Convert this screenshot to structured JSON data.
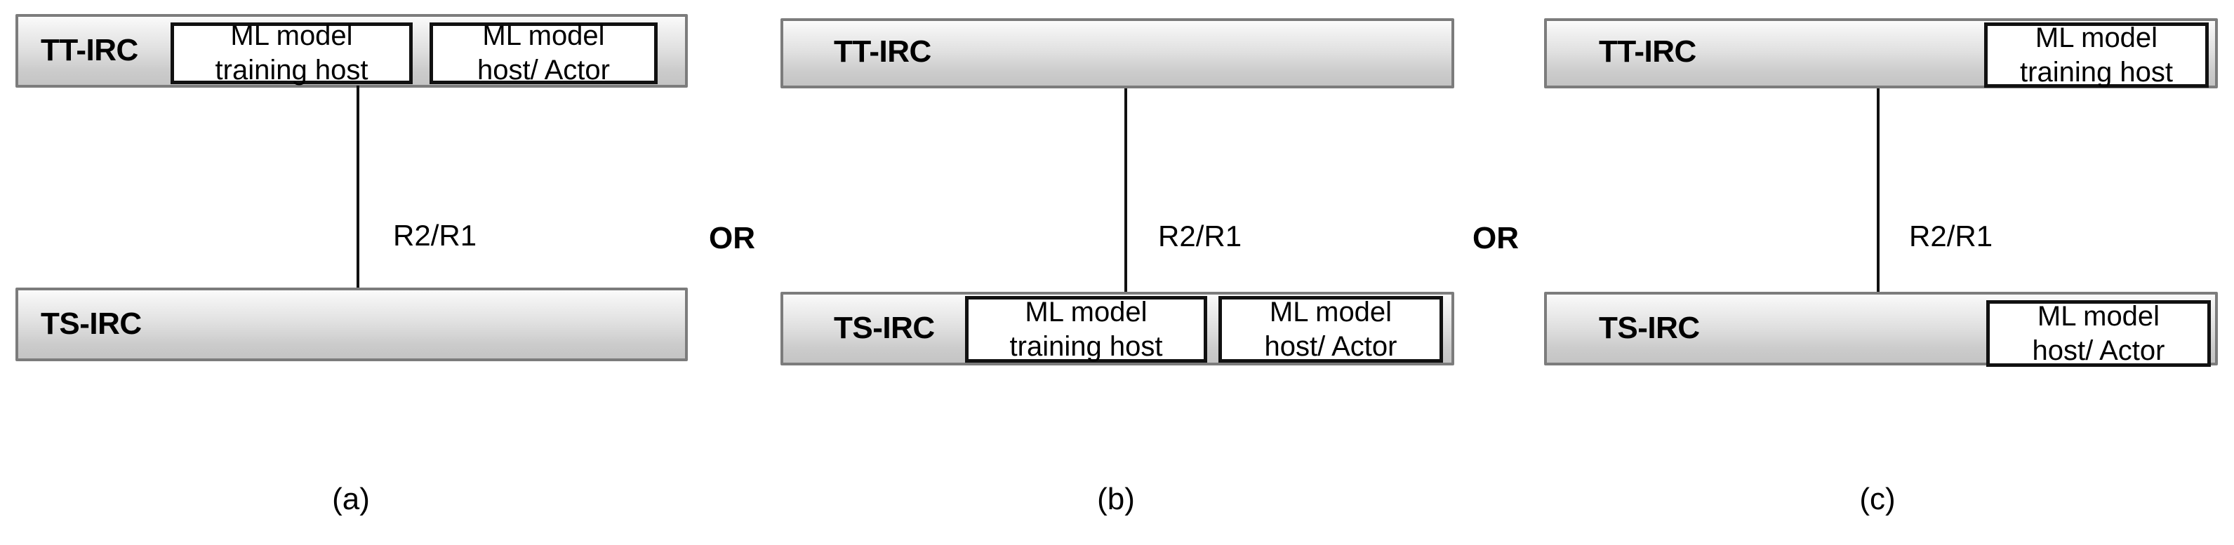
{
  "figure": {
    "or_separators": [
      "OR",
      "OR"
    ],
    "panels": [
      {
        "id": "a",
        "caption": "(a)",
        "link_label": "R2/R1",
        "top_node": {
          "label": "TT-IRC",
          "hosts": [
            "ML model\ntraining host",
            "ML model\nhost/ Actor"
          ]
        },
        "bottom_node": {
          "label": "TS-IRC",
          "hosts": []
        }
      },
      {
        "id": "b",
        "caption": "(b)",
        "link_label": "R2/R1",
        "top_node": {
          "label": "TT-IRC",
          "hosts": []
        },
        "bottom_node": {
          "label": "TS-IRC",
          "hosts": [
            "ML model\ntraining host",
            "ML model\nhost/ Actor"
          ]
        }
      },
      {
        "id": "c",
        "caption": "(c)",
        "link_label": "R2/R1",
        "top_node": {
          "label": "TT-IRC",
          "hosts": [
            "ML model\ntraining host"
          ]
        },
        "bottom_node": {
          "label": "TS-IRC",
          "hosts": [
            "ML model\nhost/ Actor"
          ]
        }
      }
    ]
  },
  "colors": {
    "box_border": "#7c7c7c",
    "host_border": "#111111",
    "connector": "#111111",
    "text": "#000000",
    "box_fill_top": "#fbfbfb",
    "box_fill_bottom": "#c4c4c4"
  }
}
